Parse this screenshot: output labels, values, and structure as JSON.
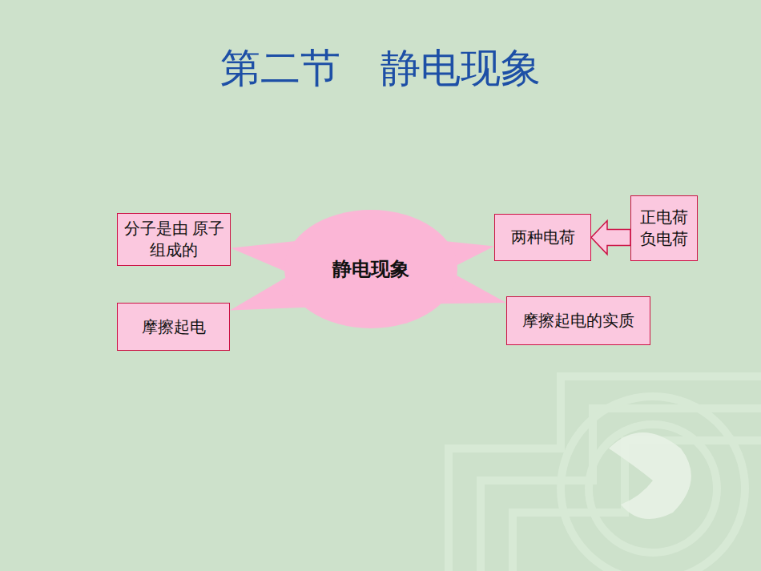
{
  "diagram": {
    "title": "第二节    静电现象",
    "nodes": [
      {
        "text": [
          "分子是由 原子组成的"
        ]
      },
      {
        "text": [
          "静电现象"
        ]
      },
      {
        "text": [
          "两种电荷"
        ]
      },
      {
        "text": [
          "正电荷 负电荷"
        ]
      },
      {
        "text": [
          "摩擦起电"
        ]
      },
      {
        "text": [
          "摩擦起电的实质"
        ]
      }
    ],
    "edges": [
      {
        "from": 1,
        "to": 0,
        "arrow": "none"
      },
      {
        "from": 1,
        "to": 2,
        "arrow": "none"
      },
      {
        "from": 3,
        "to": 2,
        "arrow": "to"
      },
      {
        "from": 1,
        "to": 4,
        "arrow": "none"
      },
      {
        "from": 1,
        "to": 5,
        "arrow": "none"
      }
    ]
  }
}
